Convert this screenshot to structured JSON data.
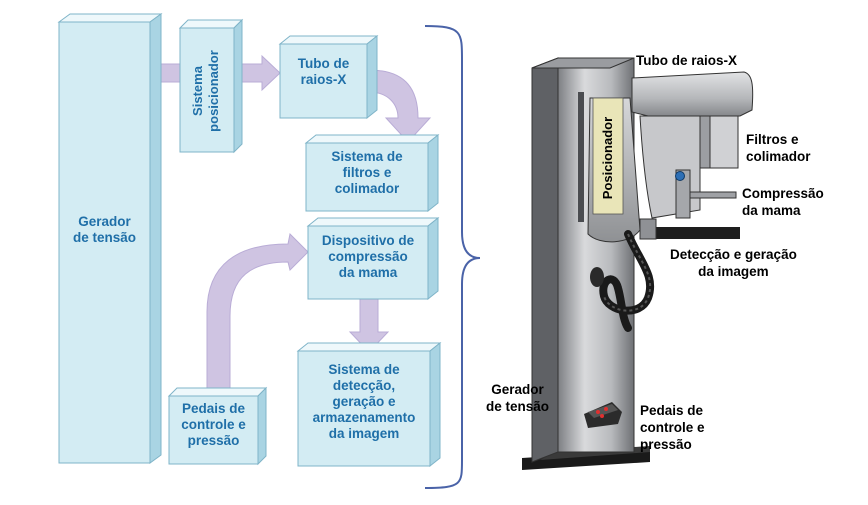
{
  "colors": {
    "box_front": "#d3ecf3",
    "box_top": "#eef8fb",
    "box_side": "#a9d4e3",
    "box_text": "#1f6fa8",
    "arrow": "#cfc4e2",
    "bracket": "#4a63a8"
  },
  "diagram": {
    "gerador": "Gerador\nde tensão",
    "sistema_posicionador": "Sistema\nposicionador",
    "tubo": "Tubo de\nraios-X",
    "filtros": "Sistema de\nfiltros e\ncolimador",
    "compressao": "Dispositivo de\ncompressão\nda mama",
    "deteccao": "Sistema de\ndetecção,\ngeração e\narmazenamento\nda imagem",
    "pedais": "Pedais de\ncontrole e\npressão"
  },
  "device": {
    "posicionador": "Posicionador",
    "labels": {
      "tubo": "Tubo de raios-X",
      "filtros": "Filtros e\ncolimador",
      "compressao": "Compressão\nda mama",
      "deteccao": "Detecção e geração\nda imagem",
      "gerador": "Gerador\nde tensão",
      "pedais": "Pedais de\ncontrole e\npressão"
    }
  }
}
